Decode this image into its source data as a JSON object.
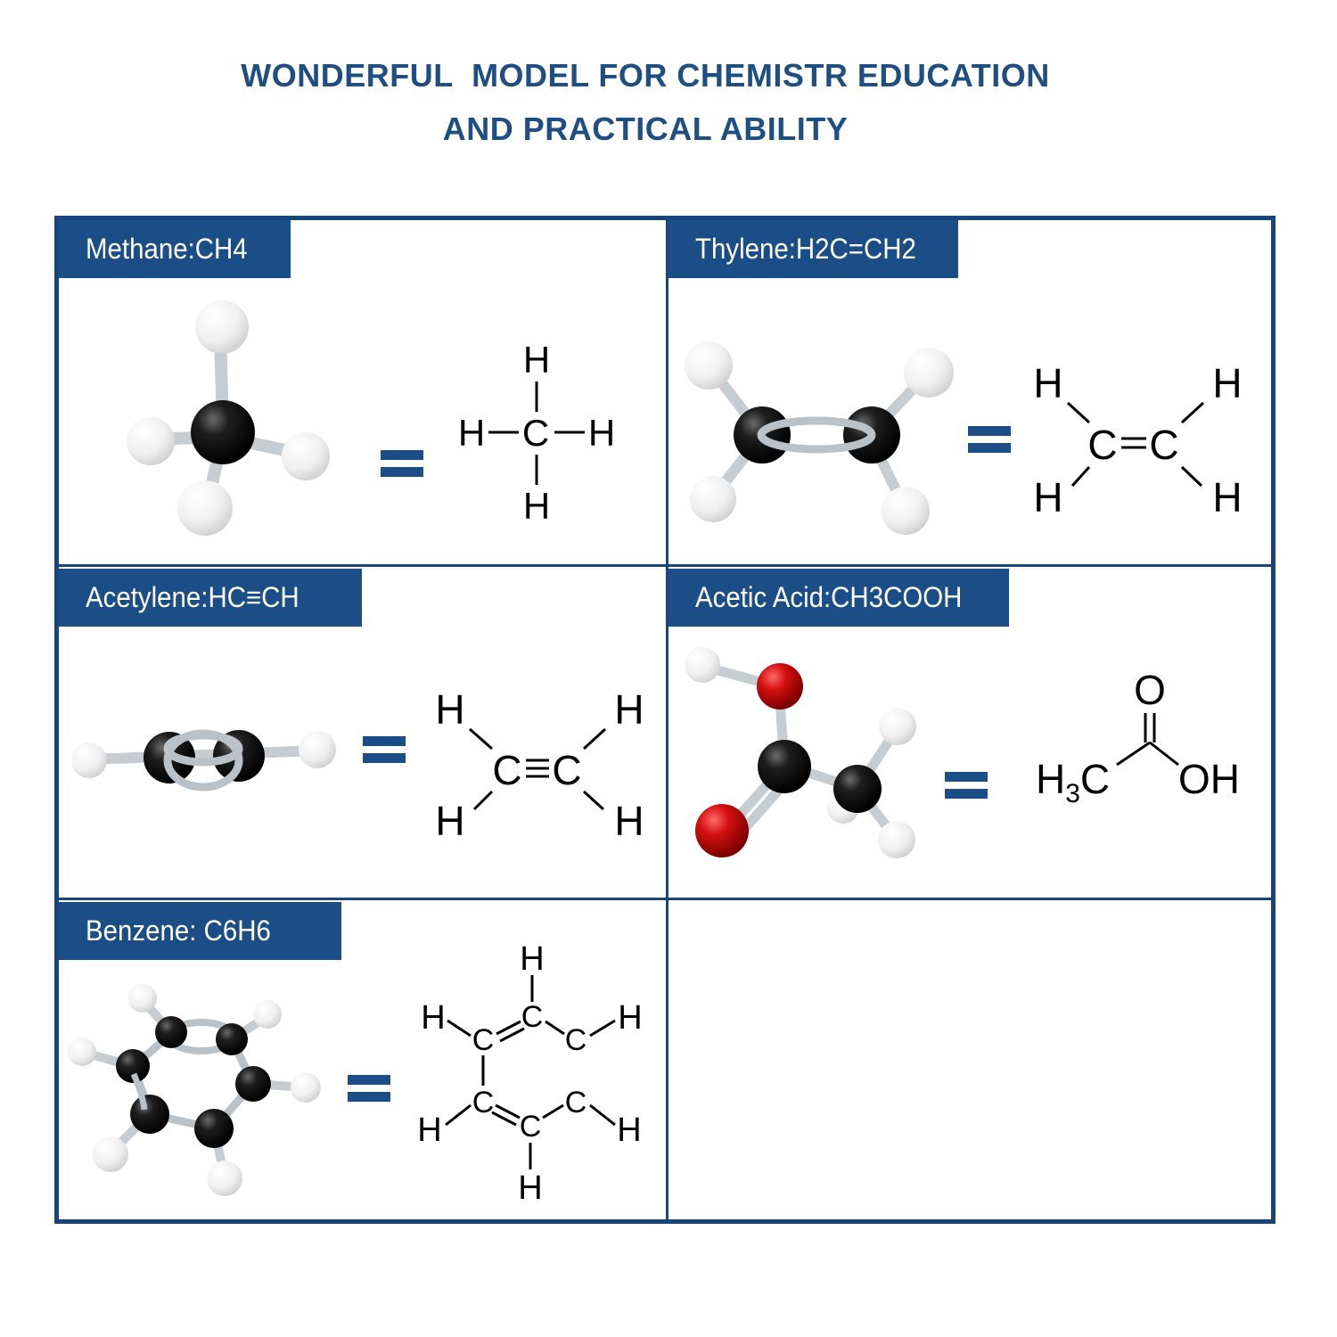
{
  "heading": {
    "line1": "WONDERFUL  MODEL FOR CHEMISTR EDUCATION",
    "line2": "AND PRACTICAL ABILITY"
  },
  "colors": {
    "brand": "#1b4d86",
    "atom_carbon": "#111111",
    "atom_hydrogen": "#f2f2f2",
    "atom_oxygen": "#cc1111",
    "bond": "#b9c2c8"
  },
  "panels": [
    {
      "name": "Methane:CH4",
      "equals": "="
    },
    {
      "name": "Thylene:H2C=CH2",
      "equals": "="
    },
    {
      "name": "Acetylene:HC≡CH",
      "equals": "="
    },
    {
      "name": "Acetic Acid:CH3COOH",
      "equals": "="
    },
    {
      "name": "Benzene: C6H6",
      "equals": "="
    }
  ],
  "formula": {
    "H": "H",
    "C": "C",
    "O": "O",
    "OH": "OH",
    "H3C_H": "H",
    "H3C_sub": "3",
    "H3C_C": "C"
  }
}
